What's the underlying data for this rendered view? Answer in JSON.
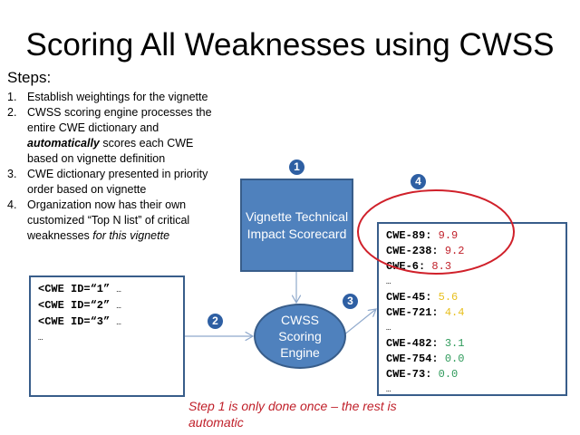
{
  "title": "Scoring All Weaknesses using CWSS",
  "steps_heading": "Steps:",
  "steps": [
    {
      "num": "1.",
      "parts": [
        {
          "t": "Establish weightings for the vignette",
          "s": "n"
        }
      ]
    },
    {
      "num": "2.",
      "parts": [
        {
          "t": "CWSS scoring engine processes the entire CWE dictionary and ",
          "s": "n"
        },
        {
          "t": "automatically",
          "s": "bi"
        },
        {
          "t": " scores each CWE based on vignette definition",
          "s": "n"
        }
      ]
    },
    {
      "num": "3.",
      "parts": [
        {
          "t": "CWE dictionary presented in priority order based on vignette",
          "s": "n"
        }
      ]
    },
    {
      "num": "4.",
      "parts": [
        {
          "t": "Organization now has their own customized “Top N list” of critical weaknesses ",
          "s": "n"
        },
        {
          "t": "for this vignette",
          "s": "i"
        }
      ]
    }
  ],
  "badges": {
    "b1": "1",
    "b2": "2",
    "b3": "3",
    "b4": "4"
  },
  "vignette_box": "Vignette Technical Impact Scorecard",
  "engine": "CWSS Scoring Engine",
  "input_lines": [
    "<CWE ID=“1”",
    "<CWE ID=“2”",
    "<CWE ID=“3”"
  ],
  "ellipsis": "…",
  "results": [
    {
      "id": "CWE-89:",
      "score": "9.9",
      "color": "#c0202a"
    },
    {
      "id": "CWE-238:",
      "score": "9.2",
      "color": "#c0202a"
    },
    {
      "id": "CWE-6:",
      "score": "8.3",
      "color": "#c0202a"
    },
    {
      "sep": true
    },
    {
      "id": "CWE-45:",
      "score": "5.6",
      "color": "#e8c020"
    },
    {
      "id": "CWE-721:",
      "score": "4.4",
      "color": "#e8c020"
    },
    {
      "sep": true
    },
    {
      "id": "CWE-482:",
      "score": "3.1",
      "color": "#2e9a5a"
    },
    {
      "id": "CWE-754:",
      "score": "0.0",
      "color": "#2e9a5a"
    },
    {
      "id": "CWE-73:",
      "score": "0.0",
      "color": "#2e9a5a"
    },
    {
      "sep": true
    }
  ],
  "note": "Step 1 is only done once – the rest is automatic",
  "colors": {
    "box": "#4f81bd",
    "highlight": "#d0202a"
  }
}
